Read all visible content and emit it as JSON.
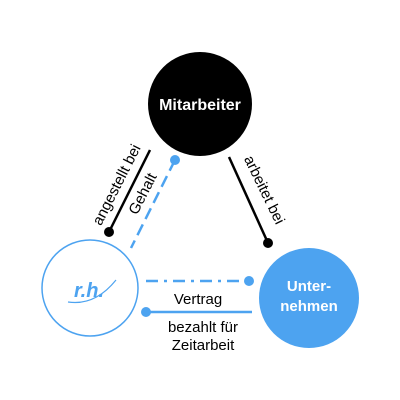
{
  "colors": {
    "black": "#000000",
    "blue": "#4da3f0",
    "white": "#ffffff"
  },
  "nodes": {
    "employee": {
      "label": "Mitarbeiter"
    },
    "company": {
      "line1": "Unter-",
      "line2": "nehmen"
    },
    "agency": {
      "logo": "r.h.",
      "icon": "rh-logo-icon"
    }
  },
  "edges": {
    "employed_by": "angestellt bei",
    "salary": "Gehalt",
    "works_at": "arbeitet bei",
    "contract": "Vertrag",
    "pays_line1": "bezahlt für",
    "pays_line2": "Zeitarbeit"
  }
}
